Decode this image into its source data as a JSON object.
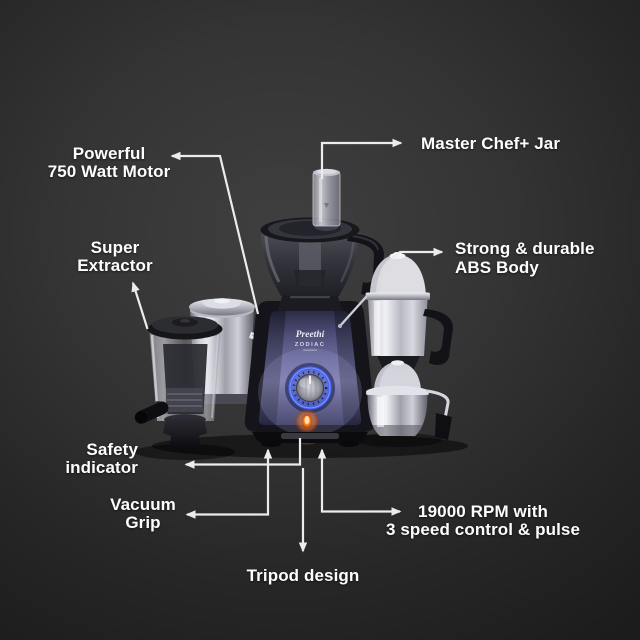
{
  "product": {
    "brand": "Preethi",
    "model": "ZODIAC"
  },
  "callouts": [
    {
      "id": "motor",
      "label": "Powerful\n750 Watt Motor"
    },
    {
      "id": "master-chef-jar",
      "label": "Master Chef+ Jar"
    },
    {
      "id": "super-extractor",
      "label": "Super\nExtractor"
    },
    {
      "id": "abs-body",
      "label": "Strong & durable\nABS Body"
    },
    {
      "id": "safety-indicator",
      "label": "Safety\nindicator"
    },
    {
      "id": "vacuum-grip",
      "label": "Vacuum\nGrip"
    },
    {
      "id": "speed-control",
      "label": "19000 RPM with\n3 speed control & pulse"
    },
    {
      "id": "tripod-design",
      "label": "Tripod design"
    }
  ],
  "colors": {
    "background_center": "#3e3d3e",
    "background_edge": "#1c1c1c",
    "label_text": "#ffffff",
    "callout_line": "#ececec",
    "base_purple": "#6a6aa0",
    "knob_glow_blue": "#4263f5",
    "indicator_orange": "#ff7414"
  }
}
